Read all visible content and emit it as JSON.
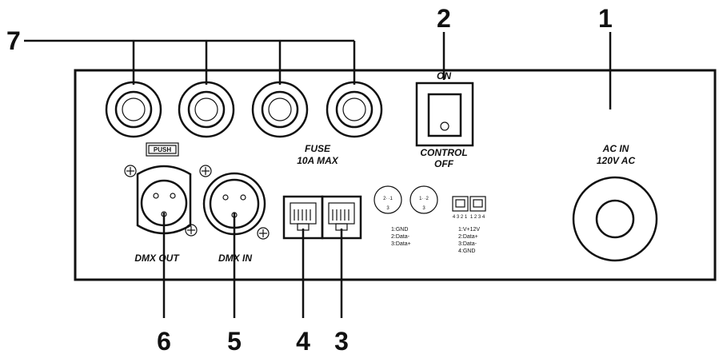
{
  "callouts": {
    "one": "1",
    "two": "2",
    "three": "3",
    "four": "4",
    "five": "5",
    "six": "6",
    "seven": "7"
  },
  "labels": {
    "switch_on": "ON",
    "switch_control": "CONTROL",
    "switch_off": "OFF",
    "fuse": "FUSE",
    "fuse_rating": "10A MAX",
    "ac_in": "AC IN",
    "ac_voltage": "120V AC",
    "dmx_out": "DMX OUT",
    "dmx_in": "DMX IN",
    "push": "PUSH"
  },
  "pinouts": {
    "xlr_pins_left": "2∙  ∙1",
    "xlr_pins_left_bottom": "3",
    "xlr_pins_right": "1∙  ∙2",
    "xlr_pins_right_bottom": "3",
    "xlr_lines": [
      "1:GND",
      "2:Data-",
      "3:Data+"
    ],
    "rj_pins_left": "4 3 2 1",
    "rj_pins_right": "1 2 3 4",
    "rj_lines": [
      "1:V+12V",
      "2:Data+",
      "3:Data-",
      "4:GND"
    ]
  },
  "colors": {
    "ink": "#111111",
    "paper": "#ffffff"
  }
}
